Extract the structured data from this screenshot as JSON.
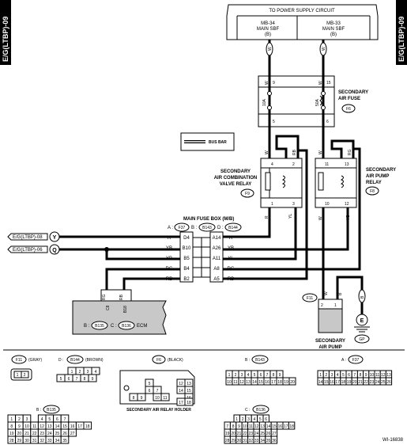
{
  "side_tabs": {
    "left": "E/G(LTBP)-09",
    "right": "E/G(LTBP)-09"
  },
  "power": {
    "title": "TO POWER SUPPLY CIRCUIT",
    "left": [
      "MB-34",
      "MAIN SBF",
      "(B)"
    ],
    "right": [
      "MB-33",
      "MAIN SBF",
      "(B)"
    ]
  },
  "fuse_box": {
    "label_line1": "SECONDARY",
    "label_line2": "AIR FUSE",
    "connector": "F6",
    "fuse_left": "10A",
    "fuse_right": "50A",
    "pin_top_left": "9",
    "pin_top_right": "15",
    "pin_bot_left": "5",
    "pin_bot_right": "6",
    "wire_top": "W"
  },
  "bus_bar": "BUS BAR",
  "relay_left": {
    "label": [
      "SECONDARY",
      "AIR COMBINATION",
      "VALVE RELAY"
    ],
    "connector": "F9",
    "pins": [
      "4",
      "2",
      "1",
      "3"
    ],
    "wires": [
      "W",
      "RB",
      "R",
      "YL"
    ]
  },
  "relay_right": {
    "label": [
      "SECONDARY",
      "AIR PUMP",
      "RELAY"
    ],
    "connector": "F8",
    "pins": [
      "11",
      "13",
      "10",
      "12"
    ],
    "wires": [
      "W",
      "RG",
      "W",
      "YB"
    ]
  },
  "main_fuse_box": {
    "title": "MAIN FUSE BOX (M/B)",
    "connectors": [
      {
        "prefix": "A :",
        "code": "F37"
      },
      {
        "prefix": "B :",
        "code": "B143"
      },
      {
        "prefix": "D :",
        "code": "B144"
      }
    ],
    "rows": [
      {
        "wl": "R",
        "pl": "D4",
        "pr": "A14",
        "wr": "R"
      },
      {
        "wl": "YB",
        "pl": "B10",
        "pr": "A26",
        "wr": "YB"
      },
      {
        "wl": "YB",
        "pl": "B5",
        "pr": "A11",
        "wr": "YL"
      },
      {
        "wl": "RG",
        "pl": "B4",
        "pr": "A8",
        "wr": "RG"
      },
      {
        "wl": "RB",
        "pl": "B2",
        "pr": "A5",
        "wr": "RB"
      }
    ]
  },
  "refs": [
    {
      "text": "E/G(LTBP)-08",
      "letter": "Y"
    },
    {
      "text": "E/G(LTBP)-06",
      "letter": "Q"
    }
  ],
  "ecm": {
    "pins": [
      "C8",
      "B18"
    ],
    "wires": [
      "RG",
      "RB"
    ],
    "b_prefix": "B :",
    "b_code": "B135",
    "c_prefix": "C :",
    "c_code": "B136",
    "name": "ECM"
  },
  "pump": {
    "connector": "F11",
    "pins": [
      "2",
      "1"
    ],
    "wires": [
      "W",
      "B"
    ],
    "label": [
      "SECONDARY",
      "AIR PUMP"
    ]
  },
  "ground": {
    "wire": "B",
    "symbol": "E",
    "code": "GP"
  },
  "legend": {
    "f11": {
      "code": "F11",
      "note": "(GRAY)",
      "cells": [
        "1",
        "2"
      ]
    },
    "b144": {
      "prefix": "D :",
      "code": "B144",
      "note": "(BROWN)",
      "row1": [
        "1",
        "2",
        "3",
        "4"
      ],
      "row2": [
        "5",
        "6",
        "7",
        "8",
        "9"
      ]
    },
    "f6": {
      "code": "F6",
      "note": "(BLACK)",
      "caption": "SECONDARY AIR RELAY HOLDER",
      "cells": [
        "5",
        "6",
        "7",
        "8",
        "9",
        "10",
        "11",
        "12",
        "13",
        "14",
        "15",
        "16",
        "17",
        "18"
      ]
    },
    "b143": {
      "prefix": "B :",
      "code": "B143",
      "row1": [
        "1",
        "2",
        "3",
        "4",
        "5",
        "6",
        "7",
        "8",
        "9"
      ],
      "row2": [
        "10",
        "11",
        "12",
        "13",
        "14",
        "15",
        "16",
        "17",
        "18",
        "19",
        "20"
      ]
    },
    "f37": {
      "prefix": "A :",
      "code": "F37",
      "row1": [
        "1",
        "2",
        "3",
        "4",
        "5",
        "6",
        "7",
        "8",
        "9",
        "10",
        "11",
        "12",
        "13"
      ],
      "row2": [
        "14",
        "15",
        "16",
        "17",
        "18",
        "19",
        "20",
        "21",
        "22",
        "23",
        "24",
        "25",
        "26"
      ]
    },
    "b135": {
      "prefix": "B :",
      "code": "B135",
      "rows": [
        [
          "1",
          "2",
          "3",
          "",
          "4",
          "5",
          "6",
          "7"
        ],
        [
          "8",
          "9",
          "10",
          "11",
          "12",
          "13",
          "14",
          "15",
          "16",
          "17",
          "18"
        ],
        [
          "19",
          "20",
          "21",
          "22",
          "23",
          "24",
          "25",
          "26",
          "27"
        ],
        [
          "28",
          "29",
          "30",
          "31",
          "32",
          "33",
          "34",
          "35"
        ]
      ]
    },
    "b136": {
      "prefix": "C :",
      "code": "B136",
      "rows": [
        [
          "1",
          "2",
          "3",
          "4",
          "5",
          "6"
        ],
        [
          "7",
          "8",
          "9",
          "10",
          "11",
          "12",
          "13",
          "14",
          "15",
          "16",
          "17",
          "18"
        ],
        [
          "19",
          "20",
          "21",
          "22",
          "23",
          "24",
          "25",
          "26",
          "27"
        ],
        [
          "28",
          "29",
          "30",
          "31",
          "32",
          "33",
          "34",
          "35",
          "36"
        ]
      ]
    }
  },
  "figure_id": "WI-16838"
}
